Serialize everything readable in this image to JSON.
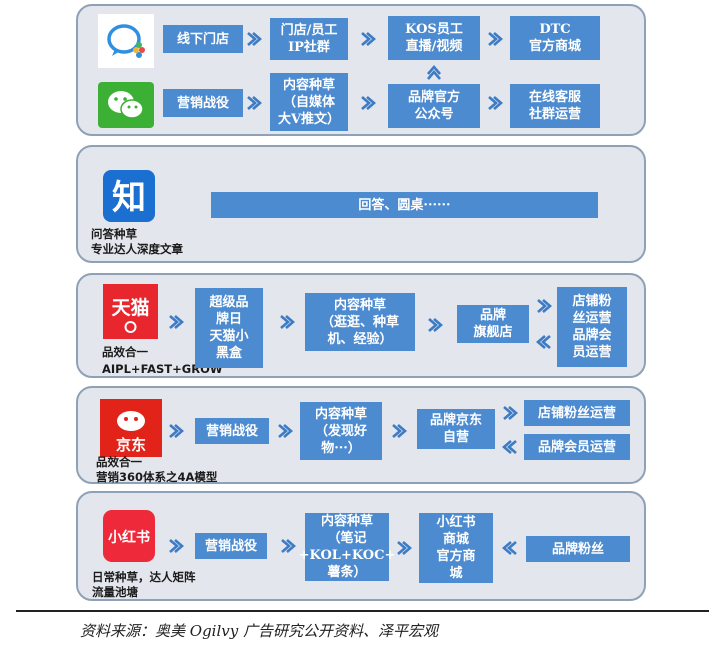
{
  "panels": {
    "p1": {
      "boxes": {
        "offline_store": "线下门店",
        "store_staff_ip": "门店/员工\nIP社群",
        "kos_staff": "KOS员工\n直播/视频",
        "dtc_mall": "DTC\n官方商城",
        "marketing_campaign": "营销战役",
        "content_seeding": "内容种草\n（自媒体\n大V推文）",
        "brand_official_account": "品牌官方\n公众号",
        "online_service": "在线客服\n社群运营"
      }
    },
    "p2": {
      "boxes": {
        "qa": "回答、圆桌······"
      },
      "caption": [
        "问答种草",
        "专业达人深度文章"
      ],
      "logo_text": "知"
    },
    "p3": {
      "boxes": {
        "super_brand_day": "超级品\n牌日\n天猫小\n黑盒",
        "content_seeding": "内容种草\n（逛逛、种草\n机、经验）",
        "flagship_store": "品牌\n旗舰店",
        "store_fans_member": "店铺粉\n丝运营\n品牌会\n员运营"
      },
      "caption": [
        "品效合一",
        "AIPL+FAST+GROW"
      ],
      "logo_text": "天猫"
    },
    "p4": {
      "boxes": {
        "marketing_campaign": "营销战役",
        "content_seeding": "内容种草\n（发现好\n物···）",
        "jd_self_operated": "品牌京东\n自营",
        "store_fans": "店铺粉丝运营",
        "brand_member": "品牌会员运营"
      },
      "caption": [
        "品效合一",
        "营销360体系之4A模型"
      ],
      "logo_text": "京东"
    },
    "p5": {
      "boxes": {
        "marketing_campaign": "营销战役",
        "content_seeding": "内容种草\n（笔记\n+KOL+KOC+\n薯条）",
        "xhs_mall": "小红书\n商城\n官方商\n城",
        "brand_fans": "品牌粉丝"
      },
      "caption": [
        "日常种草，达人矩阵",
        "流量池塘"
      ],
      "logo_text": "小红书"
    }
  },
  "source": "资料来源：奥美 Ogilvy 广告研究公开资料、泽平宏观",
  "colors": {
    "box": "#4d8bd0",
    "panel": "#e3e6ec",
    "arrow": "#3d7cc4"
  }
}
